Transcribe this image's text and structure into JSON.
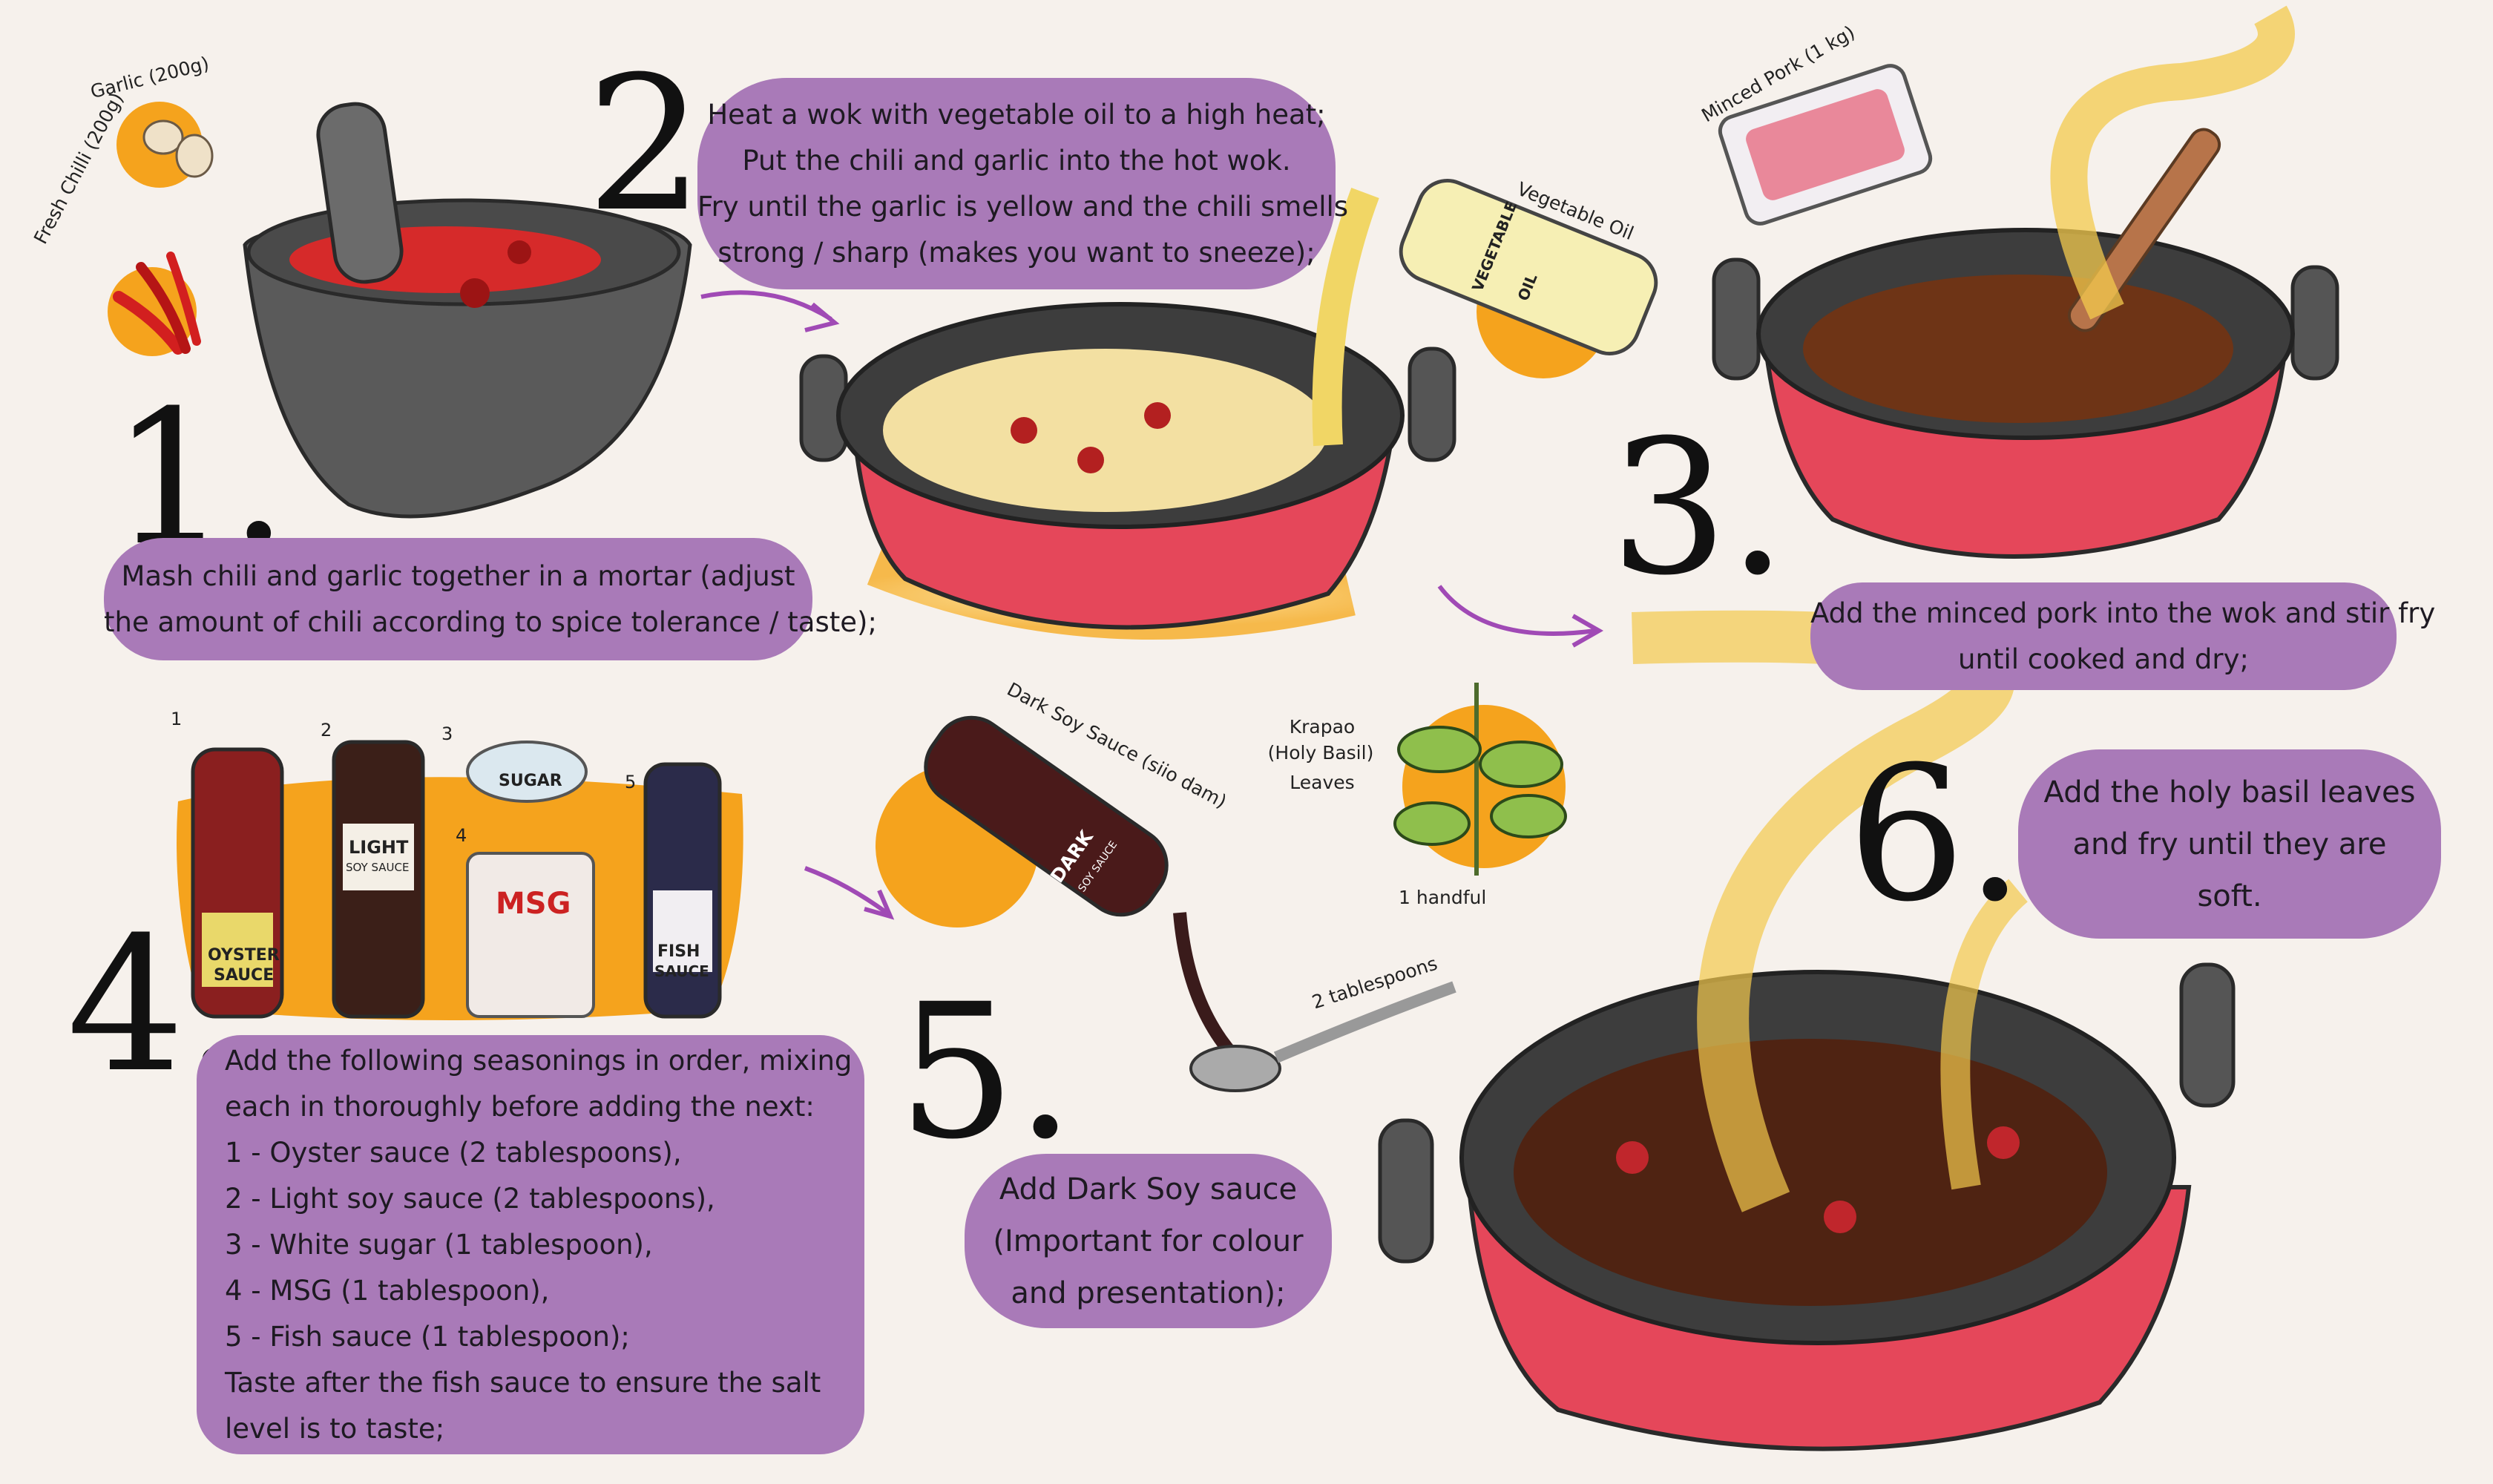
{
  "steps": [
    {
      "number": "1.",
      "lines": [
        "Mash chili and garlic together in a mortar (adjust",
        "the amount of chili according to spice tolerance / taste);"
      ]
    },
    {
      "number": "2.",
      "lines": [
        "Heat a wok with vegetable oil to a high heat;",
        "Put the chili and garlic into the hot wok.",
        "Fry until the garlic is yellow and the chili smells",
        "strong / sharp (makes you want to sneeze);"
      ]
    },
    {
      "number": "3.",
      "lines": [
        "Add the minced pork into the wok and stir fry",
        "until cooked and dry;"
      ]
    },
    {
      "number": "4.",
      "lines": [
        "Add the following seasonings in order, mixing",
        "each in thoroughly before adding the next:",
        "1 - Oyster sauce (2 tablespoons),",
        "2 - Light soy sauce (2 tablespoons),",
        "3 - White sugar (1 tablespoon),",
        "4 - MSG (1 tablespoon),",
        "5 - Fish sauce (1 tablespoon);",
        "Taste after the fish sauce to ensure the salt",
        "level is to taste;"
      ]
    },
    {
      "number": "5.",
      "lines": [
        "Add Dark Soy sauce",
        "(Important for colour",
        "and presentation);"
      ]
    },
    {
      "number": "6.",
      "lines": [
        "Add the holy basil leaves",
        "and fry until they are",
        "soft."
      ]
    }
  ],
  "ingredients": {
    "garlic": "Garlic (200g)",
    "chilli": "Fresh Chilli (200g)",
    "oil": "Vegetable Oil",
    "oil_bottle": "VEGETABLE",
    "oil_bottle_2": "OIL",
    "pork": "Minced Pork (1 kg)",
    "dark_soy": "Dark Soy Sauce (siio dam)",
    "dark_soy_bottle": "DARK",
    "dark_soy_bottle_2": "SOY SAUCE",
    "spoon": "2 tablespoons",
    "basil_1": "Krapao",
    "basil_2": "(Holy Basil)",
    "basil_3": "Leaves",
    "handful": "1 handful"
  },
  "seasonings": {
    "oyster": "OYSTER",
    "oyster_2": "SAUCE",
    "light": "LIGHT",
    "light_2": "SOY SAUCE",
    "sugar": "SUGAR",
    "msg": "MSG",
    "fish": "FISH",
    "fish_2": "SAUCE",
    "n1": "1",
    "n2": "2",
    "n3": "3",
    "n4": "4",
    "n5": "5"
  },
  "colors": {
    "bubble": "#a97ab8",
    "accent_orange": "#f5a31d",
    "wok_body": "#e5475a",
    "arrow": "#a04ab5",
    "background": "#f6f1ec"
  }
}
